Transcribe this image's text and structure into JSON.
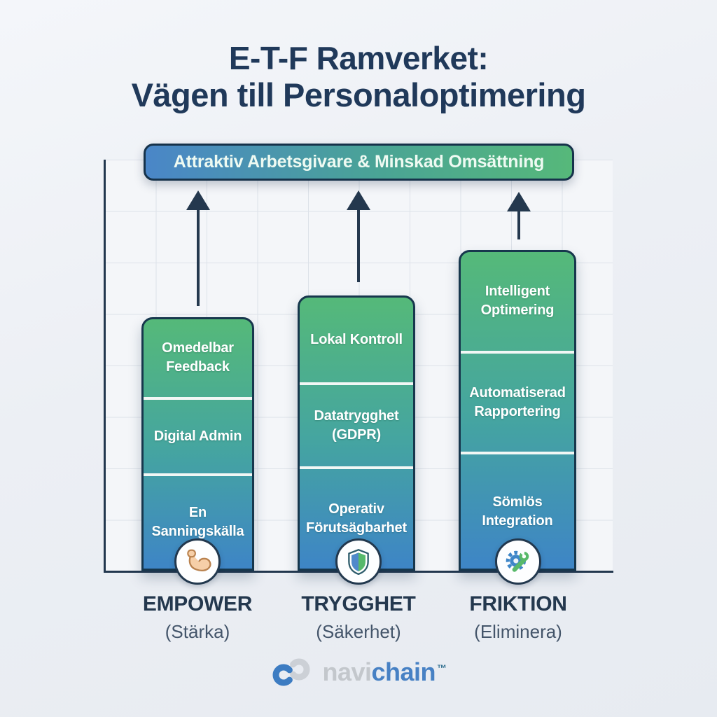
{
  "title": {
    "line1": "E-T-F Ramverket:",
    "line2": "Vägen till Personaloptimering"
  },
  "banner": {
    "label": "Attraktiv Arbetsgivare & Minskad Omsättning"
  },
  "pillars": [
    {
      "name": "EMPOWER",
      "subtitle": "(Stärka)",
      "icon": "flexed-biceps-icon",
      "segments": [
        "Omedelbar Feedback",
        "Digital Admin",
        "En Sanningskälla"
      ]
    },
    {
      "name": "TRYGGHET",
      "subtitle": "(Säkerhet)",
      "icon": "shield-icon",
      "segments": [
        "Lokal Kontroll",
        "Datatrygghet (GDPR)",
        "Operativ Förutsägbarhet"
      ]
    },
    {
      "name": "FRIKTION",
      "subtitle": "(Eliminera)",
      "icon": "gear-wrench-icon",
      "segments": [
        "Intelligent Optimering",
        "Automatiserad Rapportering",
        "Sömlös Integration"
      ]
    }
  ],
  "logo": {
    "brand_gray": "navi",
    "brand_blue": "chain",
    "trademark": "™"
  },
  "colors": {
    "title": "#20395a",
    "banner_blue": "#4a86c8",
    "banner_green": "#56b87a",
    "bar_top_green": "#55b979",
    "bar_bottom_blue": "#3e85c6",
    "arrow": "#24384e",
    "axis": "#22374e",
    "logo_blue": "#4781c4",
    "logo_gray": "#c3c7cc",
    "background": "#ecf0f5"
  }
}
